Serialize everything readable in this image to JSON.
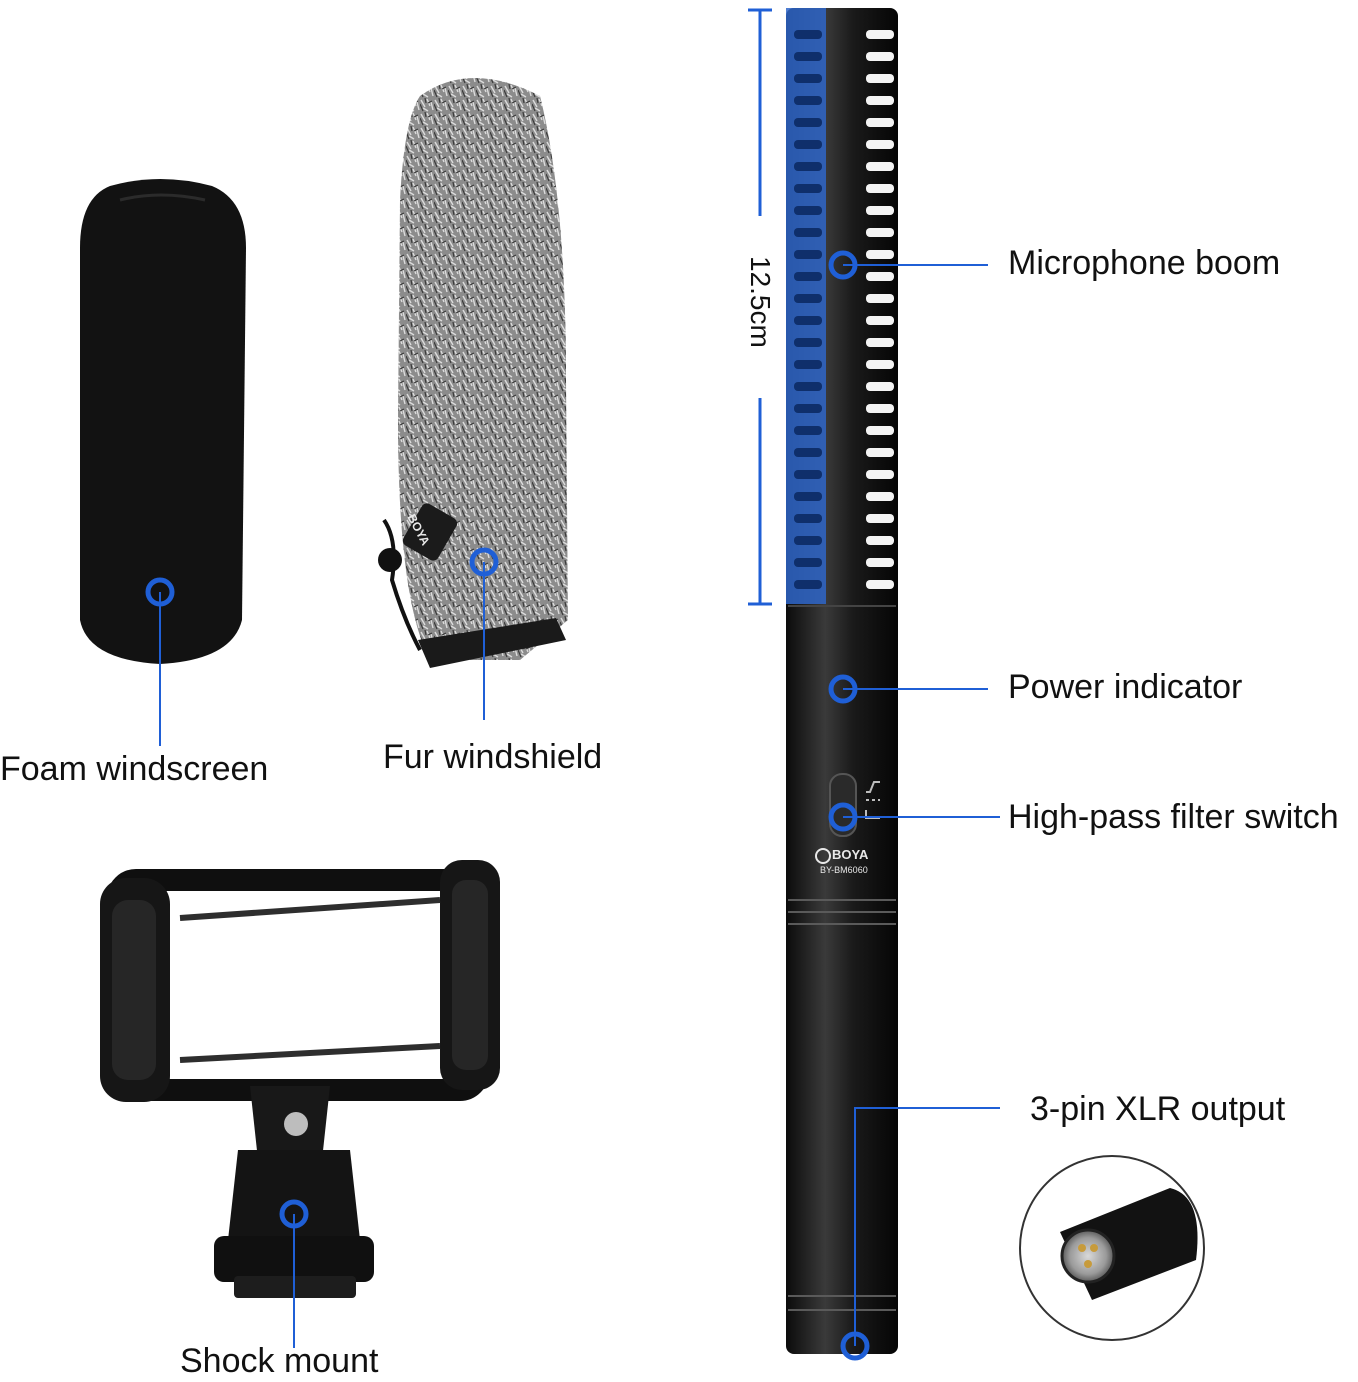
{
  "labels": {
    "foam_windscreen": "Foam windscreen",
    "fur_windshield": "Fur windshield",
    "shock_mount": "Shock mount",
    "microphone_boom": "Microphone boom",
    "power_indicator": "Power indicator",
    "high_pass_filter_switch": "High-pass filter switch",
    "xlr_output": "3-pin XLR output"
  },
  "dimension": {
    "length": "12.5cm"
  },
  "brand": {
    "name": "BOYA",
    "model": "BY-BM6060",
    "windshield_tag": "BOYA"
  },
  "colors": {
    "accent": "#1f5fd6",
    "highlight": "#3f78d8",
    "body": "#151515",
    "fur": "#8a8a8a"
  }
}
